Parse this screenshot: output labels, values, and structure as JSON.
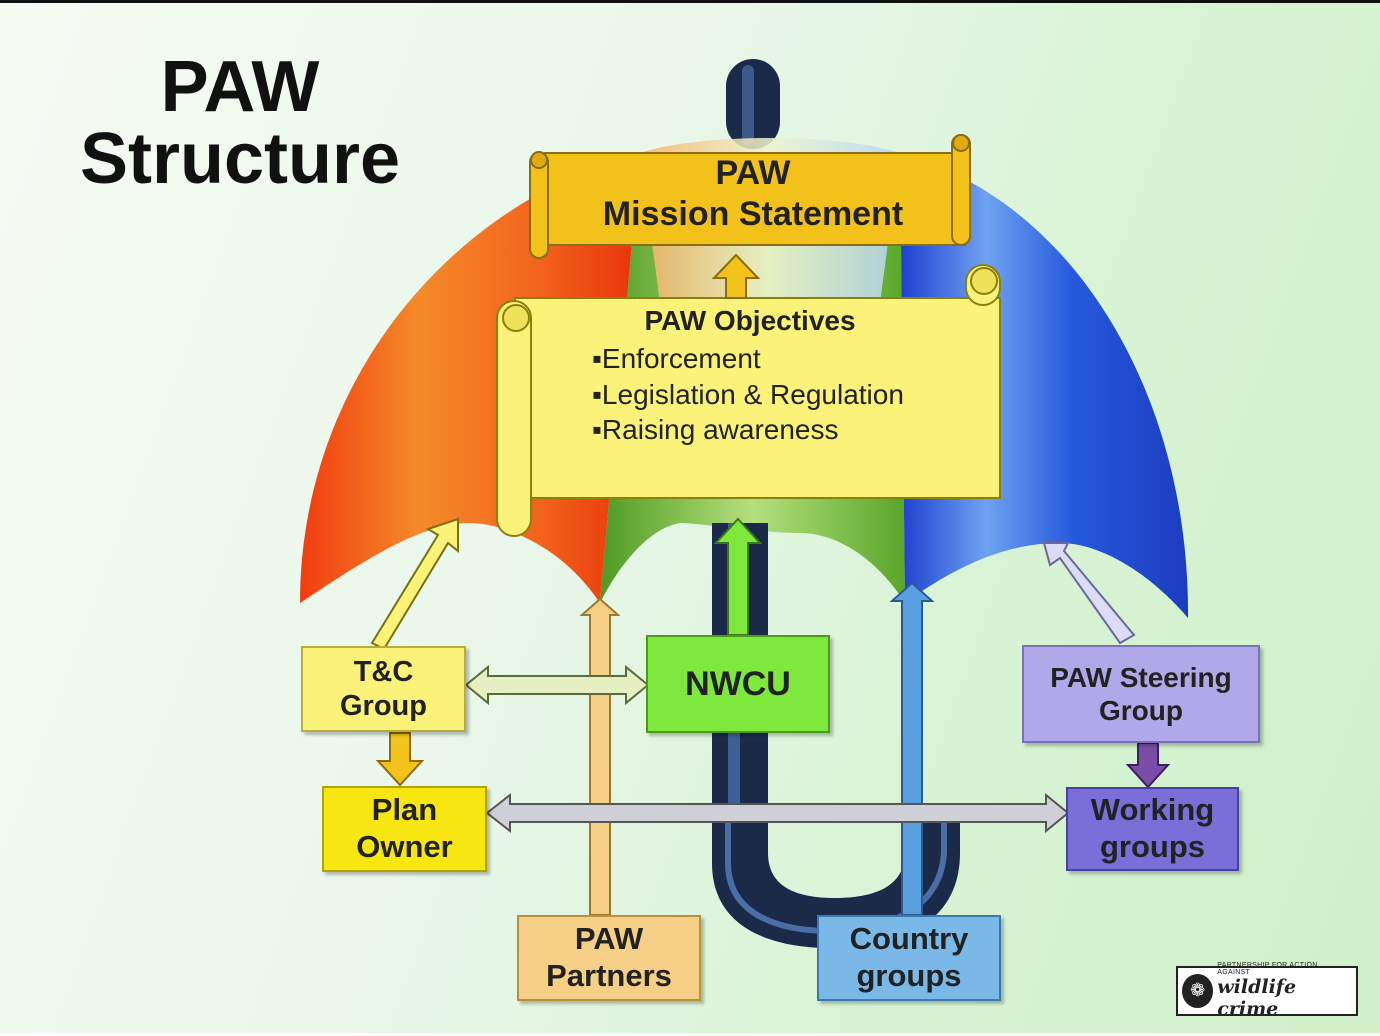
{
  "slide": {
    "title_line1": "PAW",
    "title_line2": "Structure"
  },
  "mission": {
    "line1": "PAW",
    "line2": "Mission Statement"
  },
  "objectives": {
    "heading": "PAW Objectives",
    "items": [
      "▪Enforcement",
      "▪Legislation & Regulation",
      "▪Raising awareness"
    ]
  },
  "boxes": {
    "tc_group": {
      "line1": "T&C",
      "line2": "Group"
    },
    "nwcu": {
      "label": "NWCU"
    },
    "steering": {
      "line1": "PAW Steering",
      "line2": "Group"
    },
    "plan_owner": {
      "line1": "Plan",
      "line2": "Owner"
    },
    "working_groups": {
      "line1": "Working",
      "line2": "groups"
    },
    "paw_partners": {
      "line1": "PAW",
      "line2": "Partners"
    },
    "country_groups": {
      "line1": "Country",
      "line2": "groups"
    }
  },
  "logo": {
    "small_text": "PARTNERSHIP FOR ACTION AGAINST",
    "big_text": "wildlife crime",
    "icon": "paw-print-icon"
  },
  "colors": {
    "umbrella_orange": "#f06a1c",
    "umbrella_green": "#5fae2e",
    "umbrella_blue": "#1f55d6",
    "handle": "#1c2a4a",
    "mission_fill": "#f2c21b",
    "objectives_fill": "#fbf27a",
    "tc_fill": "#fbf27a",
    "nwcu_fill": "#7ee83d",
    "steering_fill": "#b0a8e8",
    "plan_owner_fill": "#f7e60f",
    "working_fill": "#7a6fd8",
    "partners_fill": "#f5cf85",
    "country_fill": "#7ab8e8"
  }
}
